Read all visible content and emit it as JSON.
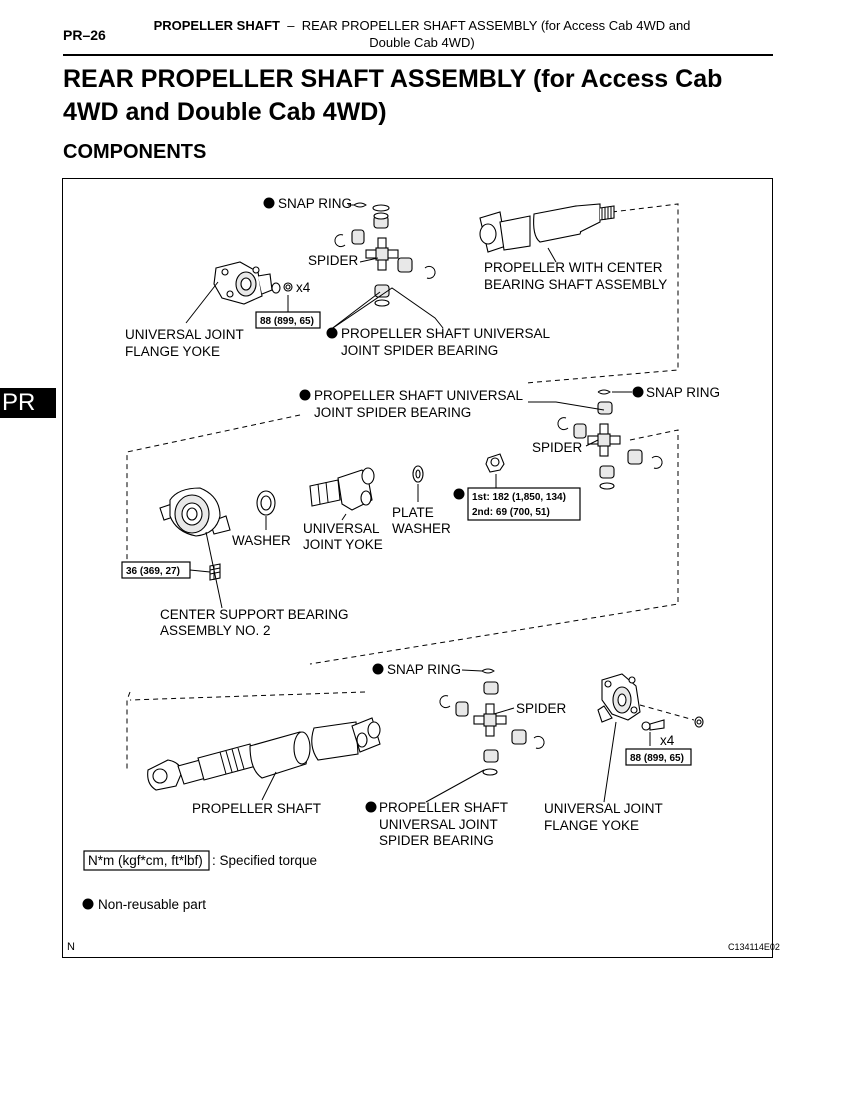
{
  "header": {
    "page_number": "PR–26",
    "section_bold": "PROPELLER SHAFT",
    "section_dash": "–",
    "section_rest_line1": "REAR PROPELLER SHAFT ASSEMBLY (for Access Cab 4WD and",
    "section_rest_line2": "Double Cab 4WD)"
  },
  "title_line1": "REAR PROPELLER SHAFT ASSEMBLY (for Access Cab",
  "title_line2": "4WD and Double Cab 4WD)",
  "subtitle": "COMPONENTS",
  "side_tab": "PR",
  "diagram": {
    "labels": {
      "snap_ring_1": "SNAP RING",
      "spider_1": "SPIDER",
      "x4_1": "x4",
      "torque_1": "88 (899, 65)",
      "uj_flange_yoke_1a": "UNIVERSAL JOINT",
      "uj_flange_yoke_1b": "FLANGE YOKE",
      "spider_bearing_1a": "PROPELLER SHAFT UNIVERSAL",
      "spider_bearing_1b": "JOINT SPIDER BEARING",
      "center_shaft_a": "PROPELLER WITH CENTER",
      "center_shaft_b": "BEARING SHAFT ASSEMBLY",
      "spider_bearing_2a": "PROPELLER SHAFT UNIVERSAL",
      "spider_bearing_2b": "JOINT SPIDER BEARING",
      "snap_ring_2": "SNAP RING",
      "spider_2": "SPIDER",
      "torque_nut_1": "1st: 182 (1,850, 134)",
      "torque_nut_2": "2nd: 69 (700, 51)",
      "plate_washer_a": "PLATE",
      "plate_washer_b": "WASHER",
      "uj_yoke_a": "UNIVERSAL",
      "uj_yoke_b": "JOINT YOKE",
      "washer": "WASHER",
      "torque_2": "36 (369, 27)",
      "center_support_a": "CENTER SUPPORT BEARING",
      "center_support_b": "ASSEMBLY NO. 2",
      "snap_ring_3": "SNAP RING",
      "spider_3": "SPIDER",
      "x4_2": "x4",
      "torque_3": "88 (899, 65)",
      "propeller_shaft": "PROPELLER SHAFT",
      "spider_bearing_3a": "PROPELLER SHAFT",
      "spider_bearing_3b": "UNIVERSAL JOINT",
      "spider_bearing_3c": "SPIDER BEARING",
      "uj_flange_yoke_2a": "UNIVERSAL JOINT",
      "uj_flange_yoke_2b": "FLANGE YOKE",
      "legend_torque_box": "N*m (kgf*cm, ft*lbf)",
      "legend_torque_text": ": Specified torque",
      "legend_nonreusable": "Non-reusable part",
      "corner_n": "N",
      "figure_id": "C134114E02"
    }
  }
}
